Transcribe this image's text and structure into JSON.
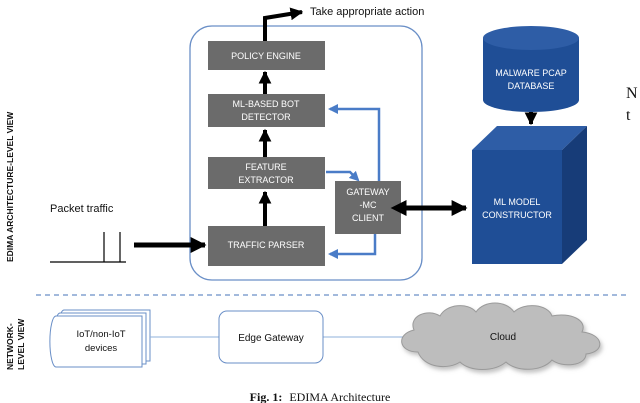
{
  "views": {
    "architecture_label": "EDIMA ARCHITECTURE-LEVEL VIEW",
    "network_label_line1": "NETWORK-",
    "network_label_line2": "LEVEL VIEW"
  },
  "top_action": "Take appropriate action",
  "packet_traffic": "Packet traffic",
  "blocks": {
    "policy_engine": "POLICY ENGINE",
    "bot_detector_line1": "ML-BASED BOT",
    "bot_detector_line2": "DETECTOR",
    "feature_extractor_line1": "FEATURE",
    "feature_extractor_line2": "EXTRACTOR",
    "traffic_parser": "TRAFFIC PARSER",
    "gateway_client_line1": "GATEWAY",
    "gateway_client_line2": "-MC",
    "gateway_client_line3": "CLIENT",
    "ml_constructor_line1": "ML MODEL",
    "ml_constructor_line2": "CONSTRUCTOR",
    "malware_db_line1": "MALWARE PCAP",
    "malware_db_line2": "DATABASE"
  },
  "network": {
    "devices_line1": "IoT/non-IoT",
    "devices_line2": "devices",
    "edge_gateway": "Edge Gateway",
    "cloud": "Cloud"
  },
  "caption": {
    "label": "Fig. 1:",
    "text": "EDIMA Architecture"
  },
  "margin_text": {
    "line1": "N",
    "line2": "t"
  },
  "colors": {
    "gray_box": "#6b6b6b",
    "blue_dark": "#1f4e96",
    "blue_arrow": "#4a7cc7"
  }
}
